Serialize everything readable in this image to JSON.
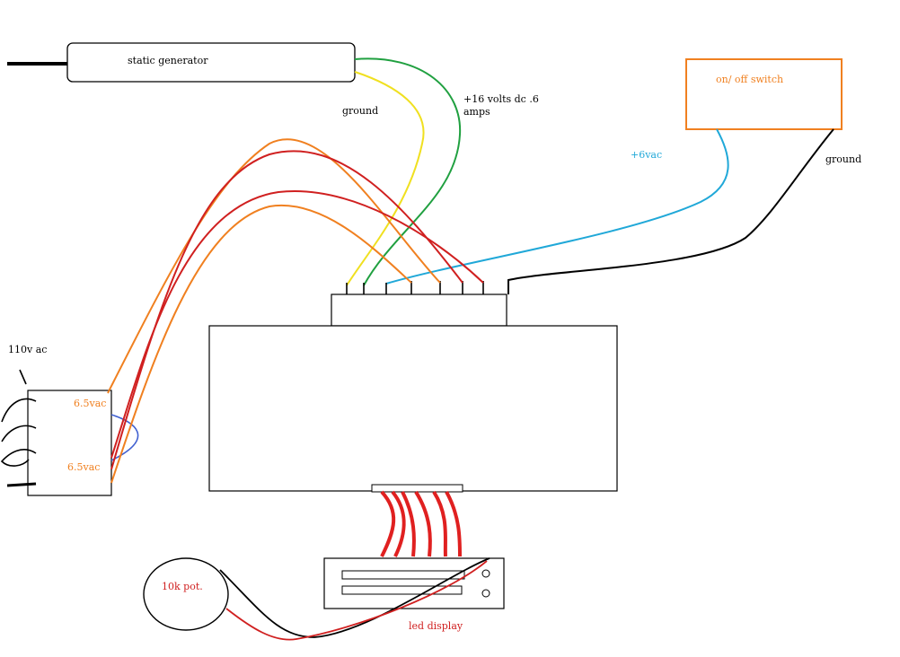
{
  "labels": {
    "static_generator": "static generator",
    "ground_top": "ground",
    "plus16": "+16 volts dc .6",
    "amps": "amps",
    "switch": "on/ off switch",
    "plus6vac": "+6vac",
    "ground_right": "ground",
    "ac110": "110v ac",
    "vac_top": "6.5vac",
    "vac_bottom": "6.5vac",
    "pot": "10k pot.",
    "led": "led display"
  },
  "colors": {
    "orange": "#f08020",
    "red": "#d02020",
    "green": "#20a040",
    "yellow": "#f0e020",
    "cyan": "#20a8d8",
    "blue": "#4060d0",
    "black": "#000000"
  }
}
